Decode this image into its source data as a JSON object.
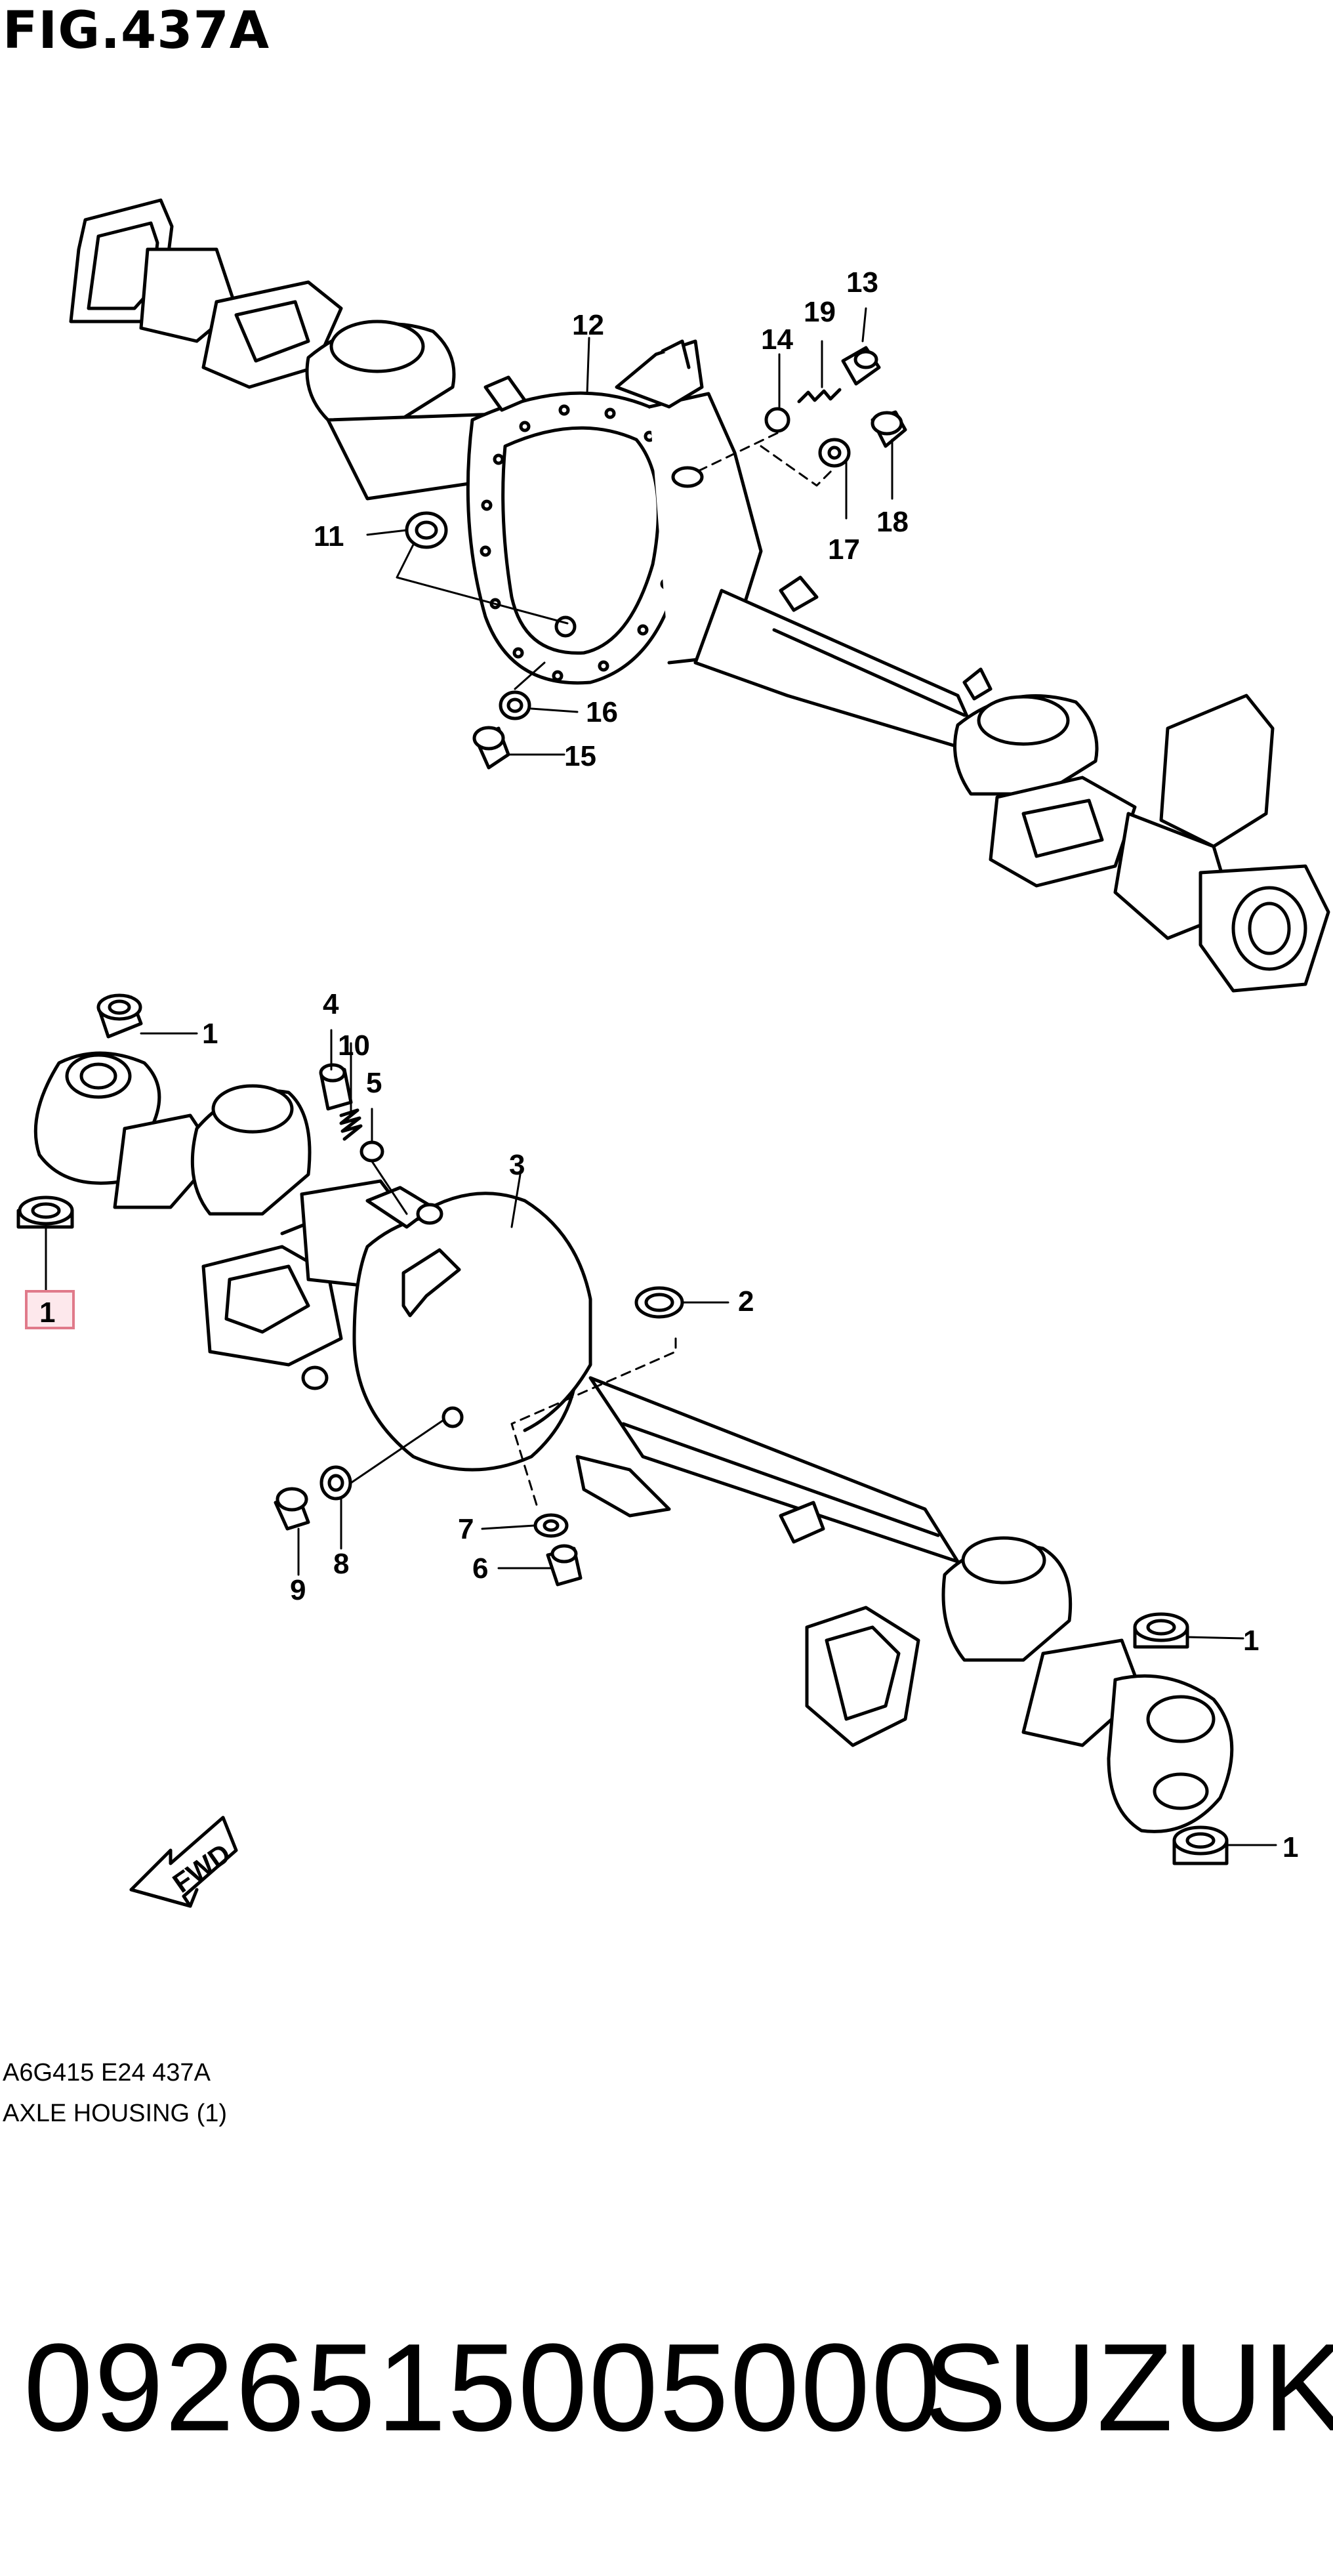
{
  "figure": {
    "title": "FIG.437A"
  },
  "callouts": {
    "upper": [
      "12",
      "13",
      "19",
      "14",
      "17",
      "18",
      "11",
      "16",
      "15"
    ],
    "lower": [
      "1",
      "1",
      "1",
      "1",
      "4",
      "10",
      "5",
      "3",
      "2",
      "7",
      "6",
      "9",
      "8"
    ]
  },
  "fwd_label": "FWD",
  "diagram_code": "A6G415 E24 437A",
  "caption": "AXLE HOUSING (1)",
  "part_number": "0926515005000",
  "brand": "SUZUKI",
  "colors": {
    "highlight_border": "#e07a8a",
    "highlight_fill": "#fde8ec",
    "ink": "#000000"
  }
}
